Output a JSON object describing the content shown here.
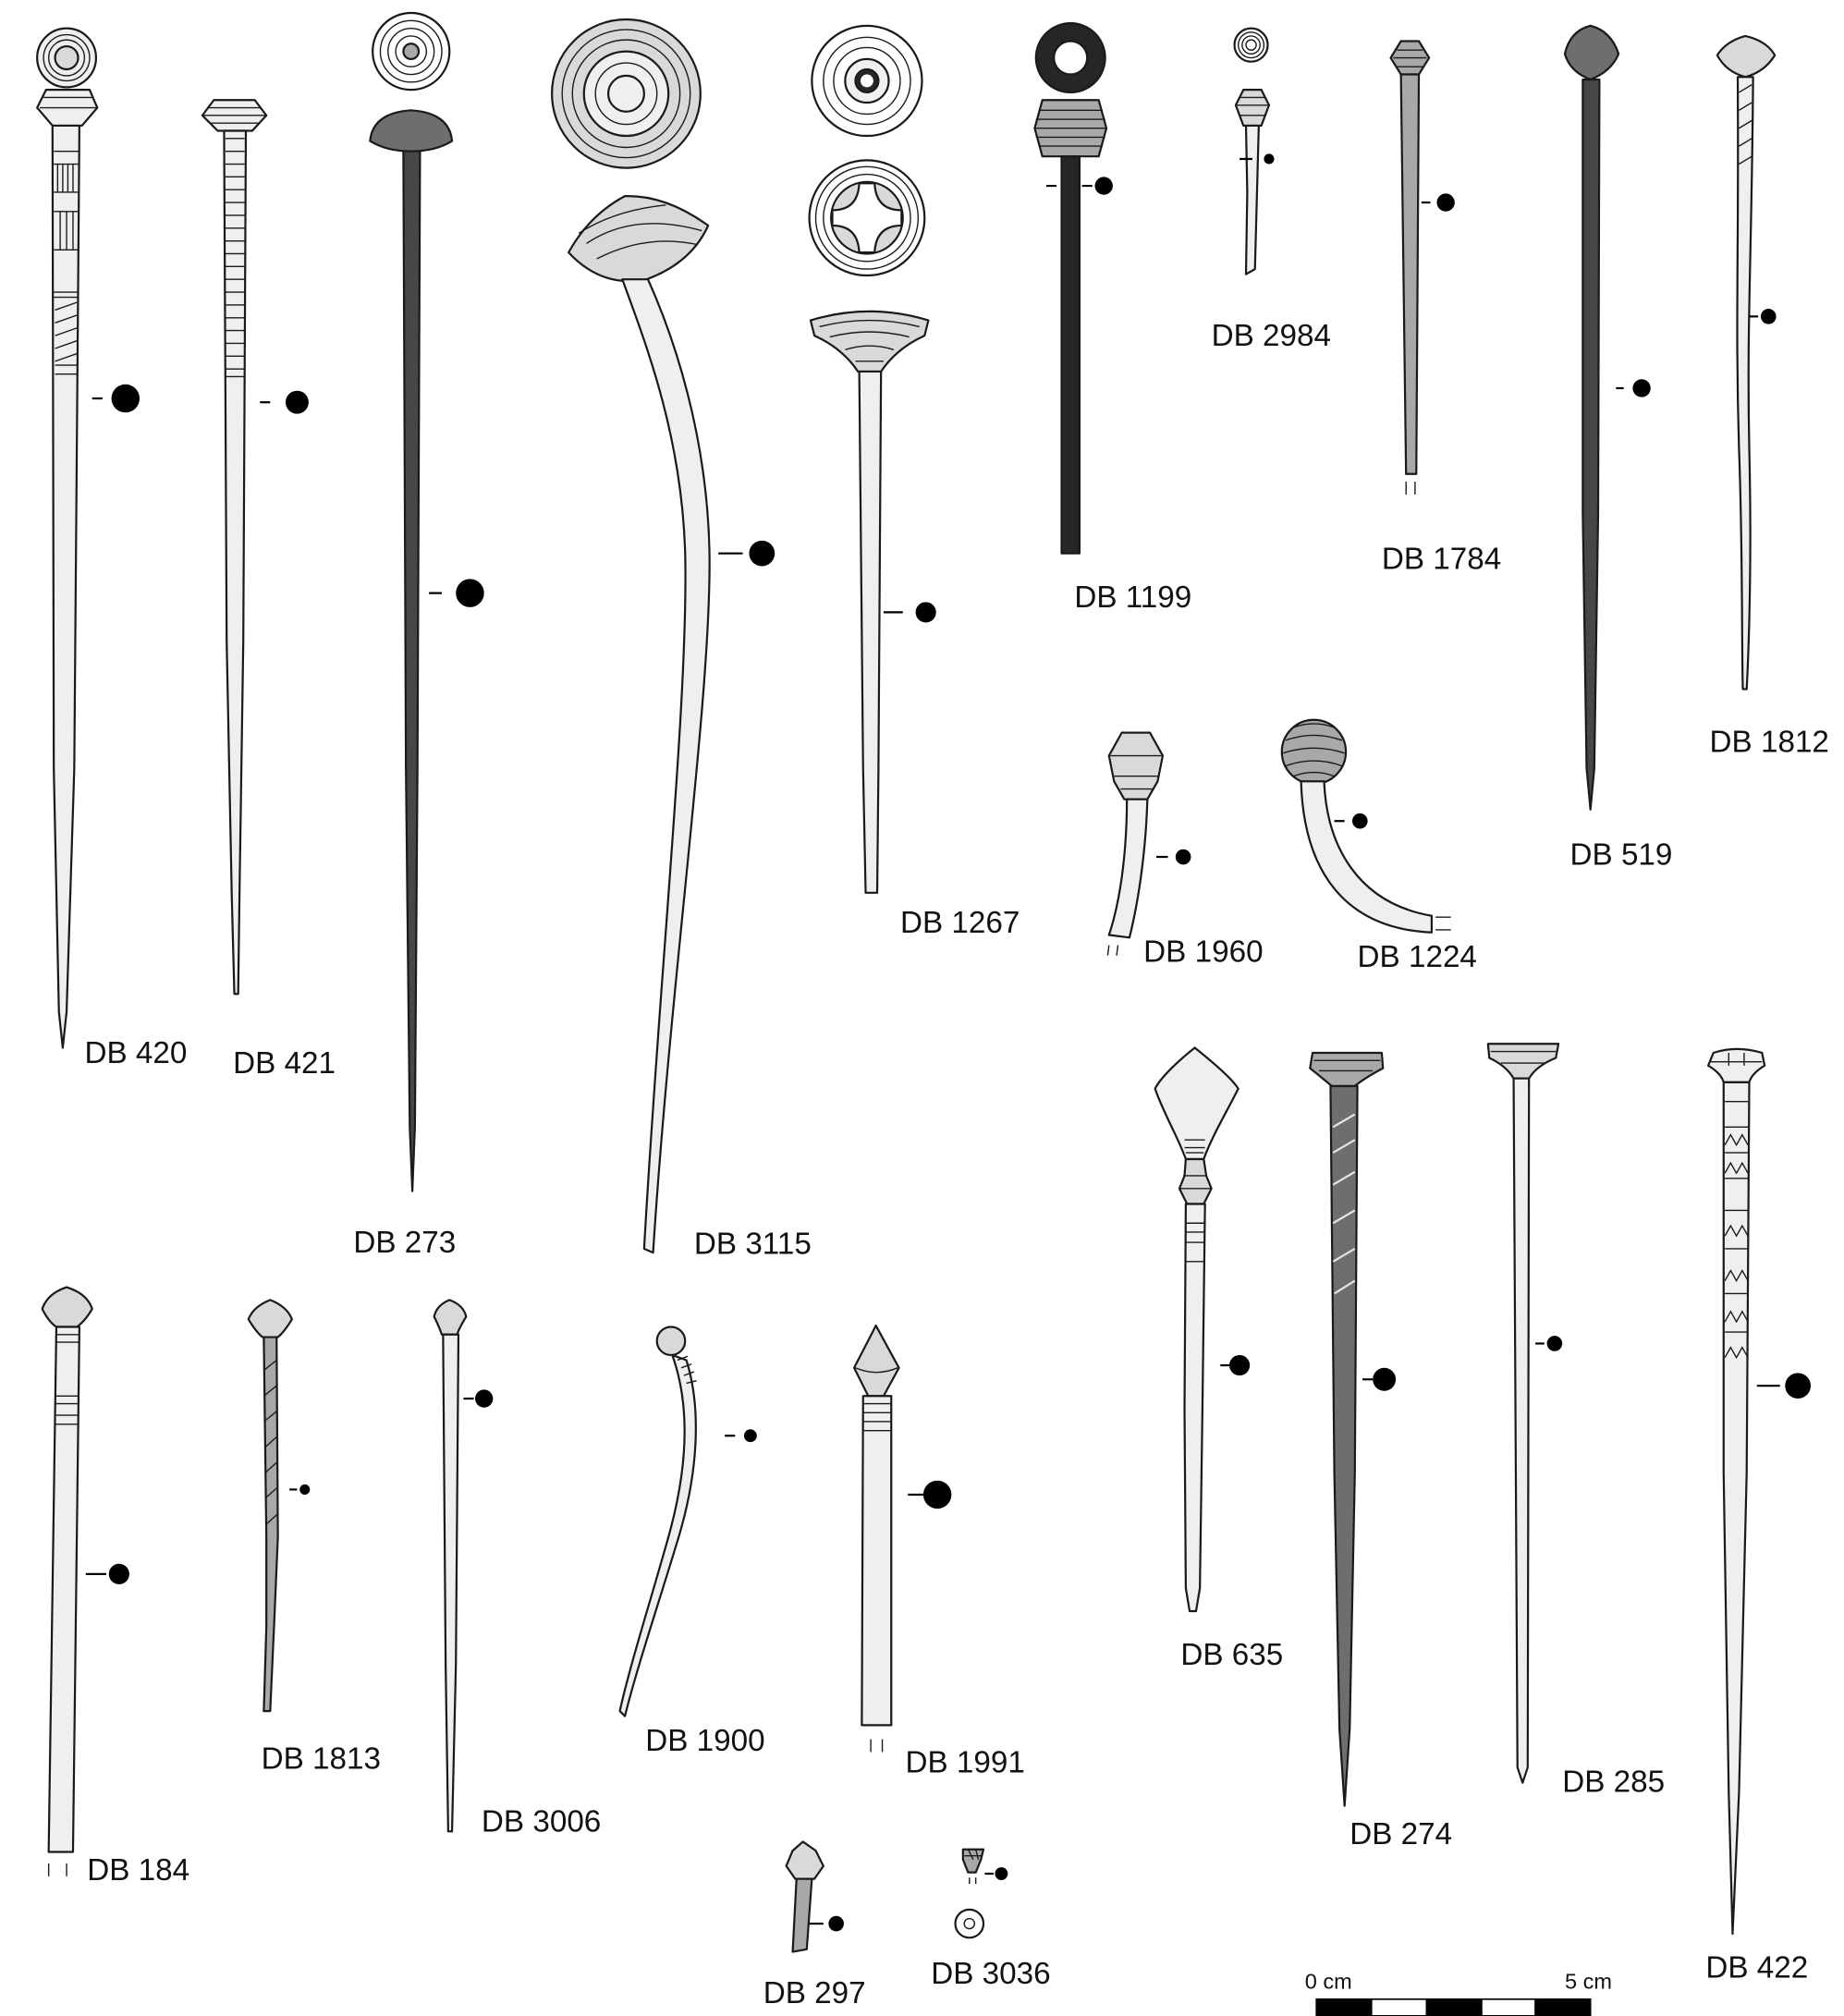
{
  "labels": {
    "db420": "DB 420",
    "db421": "DB 421",
    "db273": "DB 273",
    "db3115": "DB 3115",
    "db1267": "DB 1267",
    "db1199": "DB 1199",
    "db2984": "DB 2984",
    "db1784": "DB 1784",
    "db519": "DB 519",
    "db1812": "DB 1812",
    "db1960": "DB 1960",
    "db1224": "DB 1224",
    "db635": "DB 635",
    "db274": "DB 274",
    "db285": "DB 285",
    "db422": "DB 422",
    "db184": "DB 184",
    "db1813": "DB 1813",
    "db3006": "DB 3006",
    "db1900": "DB 1900",
    "db1991": "DB 1991",
    "db297": "DB 297",
    "db3036": "DB 3036"
  },
  "scale_bar": {
    "start_label": "0 cm",
    "end_label": "5 cm"
  }
}
